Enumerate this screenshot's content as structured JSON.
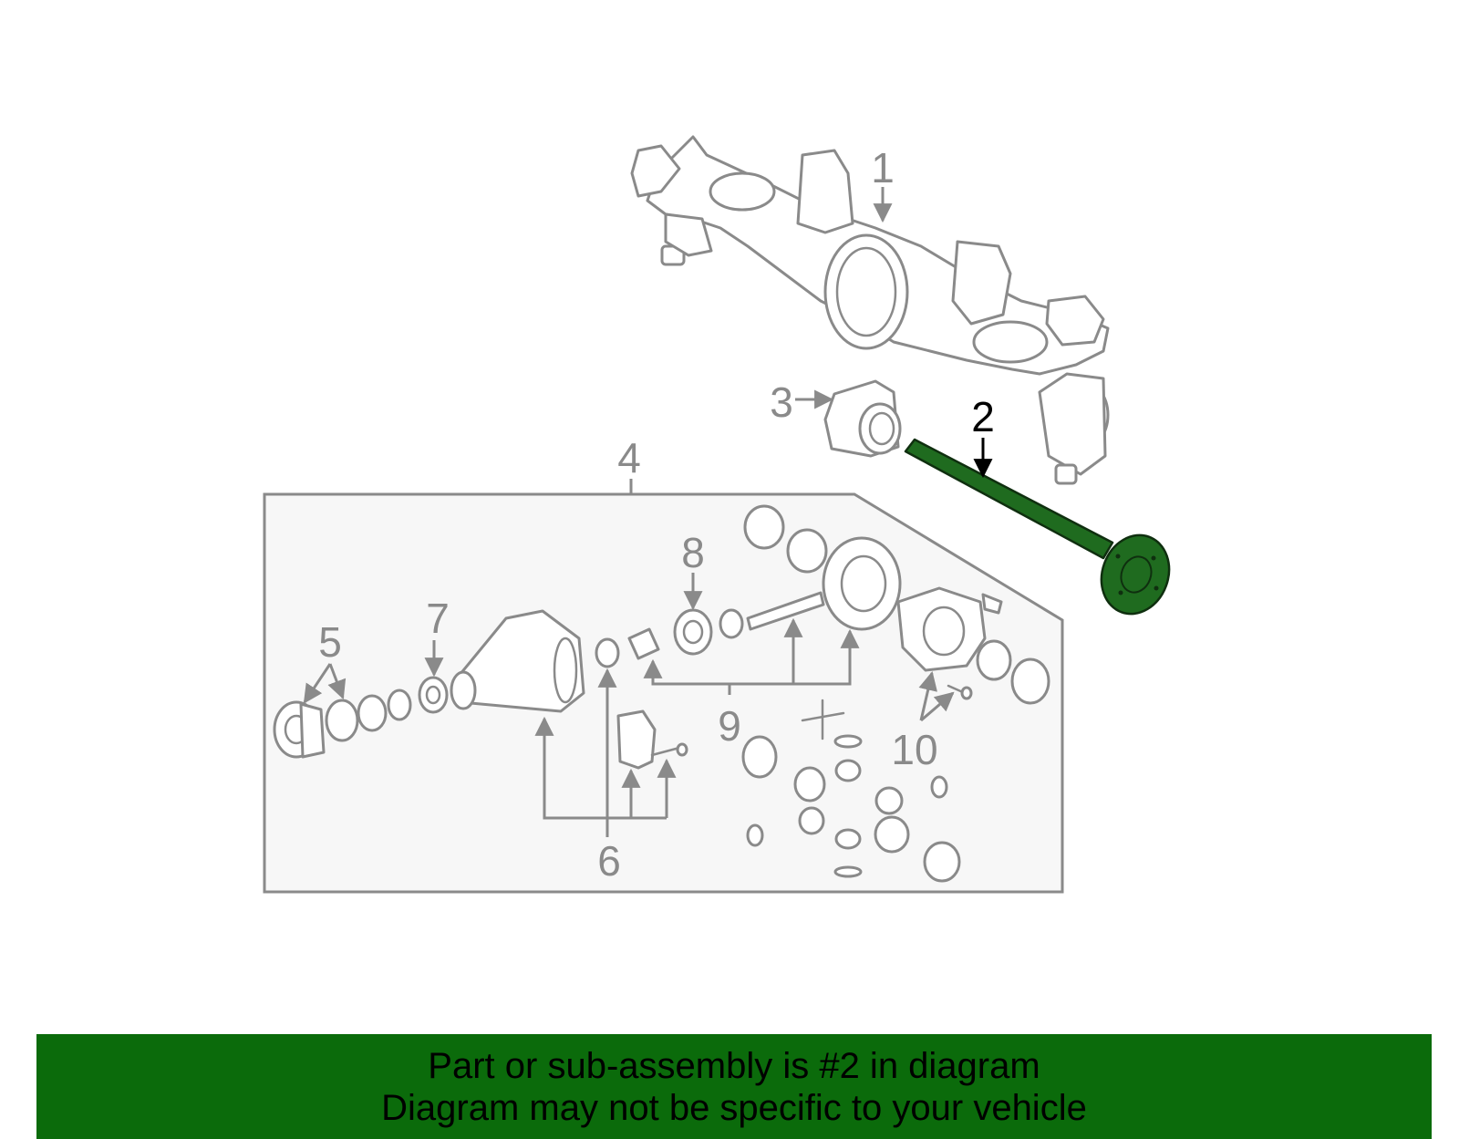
{
  "colors": {
    "highlight_part": "#1f6b1f",
    "banner_background": "#0b6b0b",
    "outline_gray": "#8a8a8a",
    "subassembly_box": "#f7f7f7"
  },
  "callouts": {
    "c1": "1",
    "c2": "2",
    "c3": "3",
    "c4": "4",
    "c5": "5",
    "c6": "6",
    "c7": "7",
    "c8": "8",
    "c9": "9",
    "c10": "10"
  },
  "highlighted_callout": "2",
  "banner": {
    "line1": "Part or sub-assembly is #2 in diagram",
    "line2": "Diagram may not be specific to your vehicle"
  }
}
